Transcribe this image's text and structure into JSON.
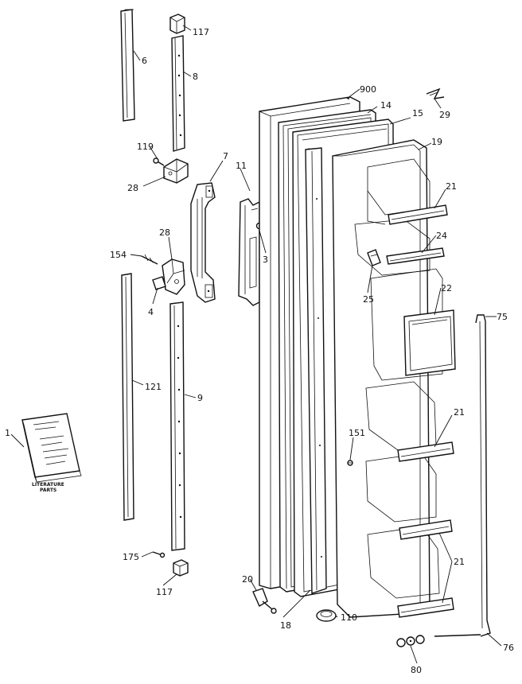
{
  "labels": {
    "l117a": "117",
    "l6": "6",
    "l8": "8",
    "l119": "119",
    "l28a": "28",
    "l7": "7",
    "l28b": "28",
    "l154": "154",
    "l4": "4",
    "l121": "121",
    "l9": "9",
    "l1": "1",
    "l175": "175",
    "l117b": "117",
    "l11": "11",
    "l3": "3",
    "l900": "900",
    "l14": "14",
    "l15": "15",
    "l29": "29",
    "l19": "19",
    "l21a": "21",
    "l24": "24",
    "l25": "25",
    "l22": "22",
    "l75": "75",
    "l21b": "21",
    "l151": "151",
    "l21c": "21",
    "l20": "20",
    "l18": "18",
    "l110": "110",
    "l76": "76",
    "l80": "80"
  },
  "literature": {
    "caption_line1": "LITERATURE",
    "caption_line2": "PARTS"
  },
  "colors": {
    "ink": "#111111",
    "paper": "#ffffff"
  }
}
